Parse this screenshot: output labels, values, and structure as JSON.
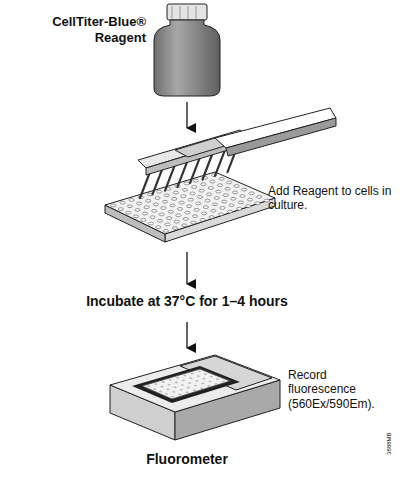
{
  "diagram": {
    "labels": [
      "CellTiter-Blue® Reagent",
      "Add Reagent to cells in culture.",
      "Incubate at 37°C for 1–4 hours",
      "Record fluorescence (560Ex/590Em).",
      "Fluorometer",
      "3888MB"
    ]
  }
}
